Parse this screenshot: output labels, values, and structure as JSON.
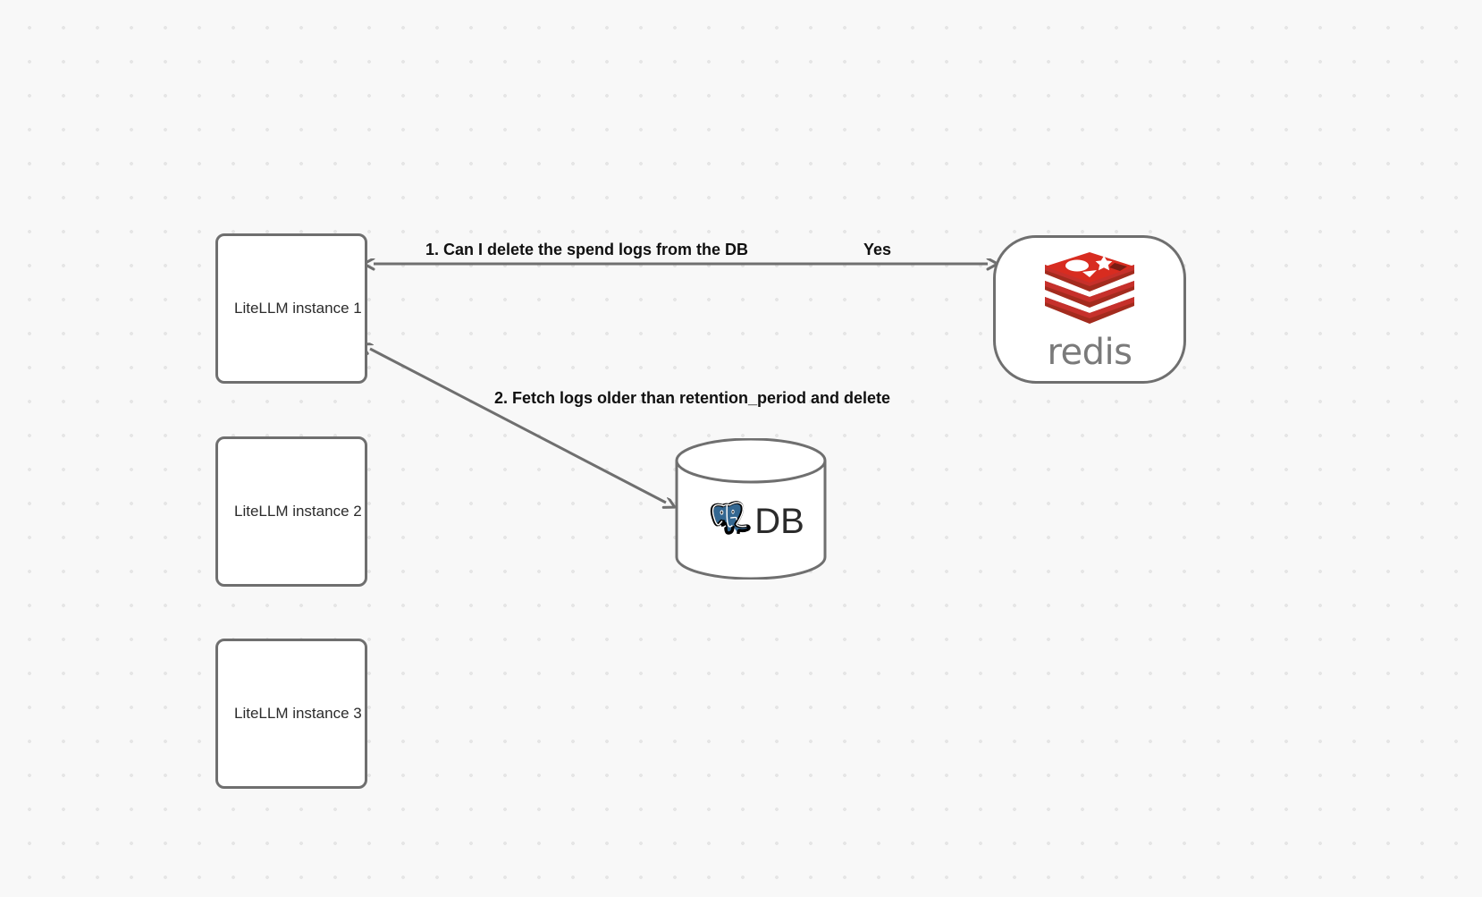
{
  "canvas": {
    "background_color": "#f8f8f8",
    "dot_color": "#e6e6e6",
    "border_color": "#6f6f6f"
  },
  "nodes": {
    "litellm_1": {
      "label": "LiteLLM instance 1"
    },
    "litellm_2": {
      "label": "LiteLLM instance 2"
    },
    "litellm_3": {
      "label": "LiteLLM instance 3"
    },
    "redis": {
      "wordmark": "redis",
      "icon": "redis-logo-icon",
      "accent_color": "#d82c20"
    },
    "db": {
      "label": "DB",
      "icon": "postgresql-elephant-icon",
      "accent_color": "#336791"
    }
  },
  "edges": {
    "label_1": "1.  Can I delete the spend logs from the DB",
    "label_yes": "Yes",
    "label_2": "2.  Fetch logs older than retention_period and delete"
  }
}
